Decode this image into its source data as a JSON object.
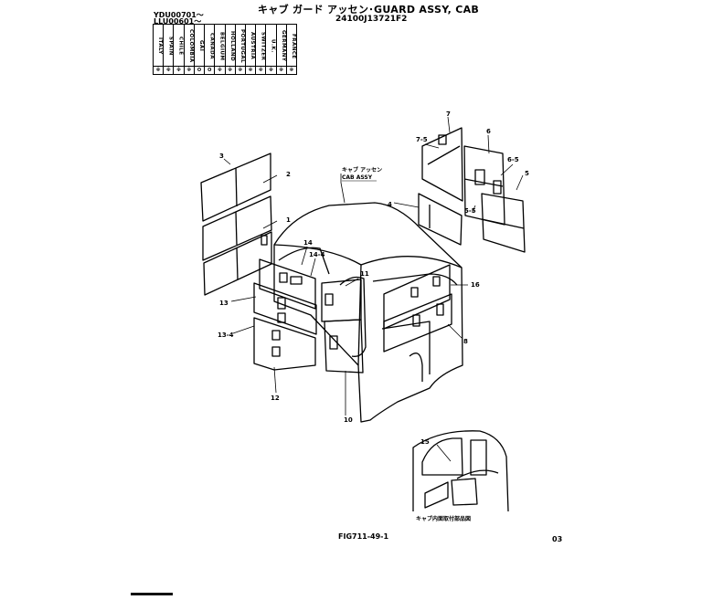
{
  "header": {
    "title": "キャブ ガード アッセン･GUARD ASSY, CAB",
    "serial_line_1": "YDU00701～",
    "serial_line_2": "LLU00601～",
    "part_number": "24100J13721F2"
  },
  "country_table": {
    "columns": [
      {
        "name": "ITALY",
        "mark": "※"
      },
      {
        "name": "SPAIN",
        "mark": "※"
      },
      {
        "name": "CHILE",
        "mark": "※"
      },
      {
        "name": "COLOMBIA",
        "mark": "※"
      },
      {
        "name": "GAI",
        "mark": "O"
      },
      {
        "name": "CANADA",
        "mark": "O"
      },
      {
        "name": "BELGIUM",
        "mark": "※"
      },
      {
        "name": "HOLLAND",
        "mark": "※"
      },
      {
        "name": "PORTUGAL",
        "mark": "※"
      },
      {
        "name": "AUSTRIA",
        "mark": "※"
      },
      {
        "name": "SWITZER",
        "mark": "※"
      },
      {
        "name": "U.K.",
        "mark": "※"
      },
      {
        "name": "GERMANY",
        "mark": "※"
      },
      {
        "name": "FRANCE",
        "mark": "※"
      }
    ]
  },
  "callouts": {
    "assy_jp": "キャブ アッセン",
    "assy_en": "CAB ASSY",
    "inset_caption": "キャブ内面取付部品図"
  },
  "part_labels": {
    "p1": "1",
    "p2": "2",
    "p3": "3",
    "p5": "5",
    "p5_5": "5-5",
    "p6": "6",
    "p6_5": "6-5",
    "p7": "7",
    "p7_5": "7-5",
    "p4": "4",
    "p8": "8",
    "p10": "10",
    "p11": "11",
    "p12": "12",
    "p13": "13",
    "p13_4": "13-4",
    "p14": "14",
    "p14_4": "14-4",
    "p15": "15",
    "p16": "16"
  },
  "footer": {
    "figure": "FIG711-49-1",
    "page": "03"
  }
}
